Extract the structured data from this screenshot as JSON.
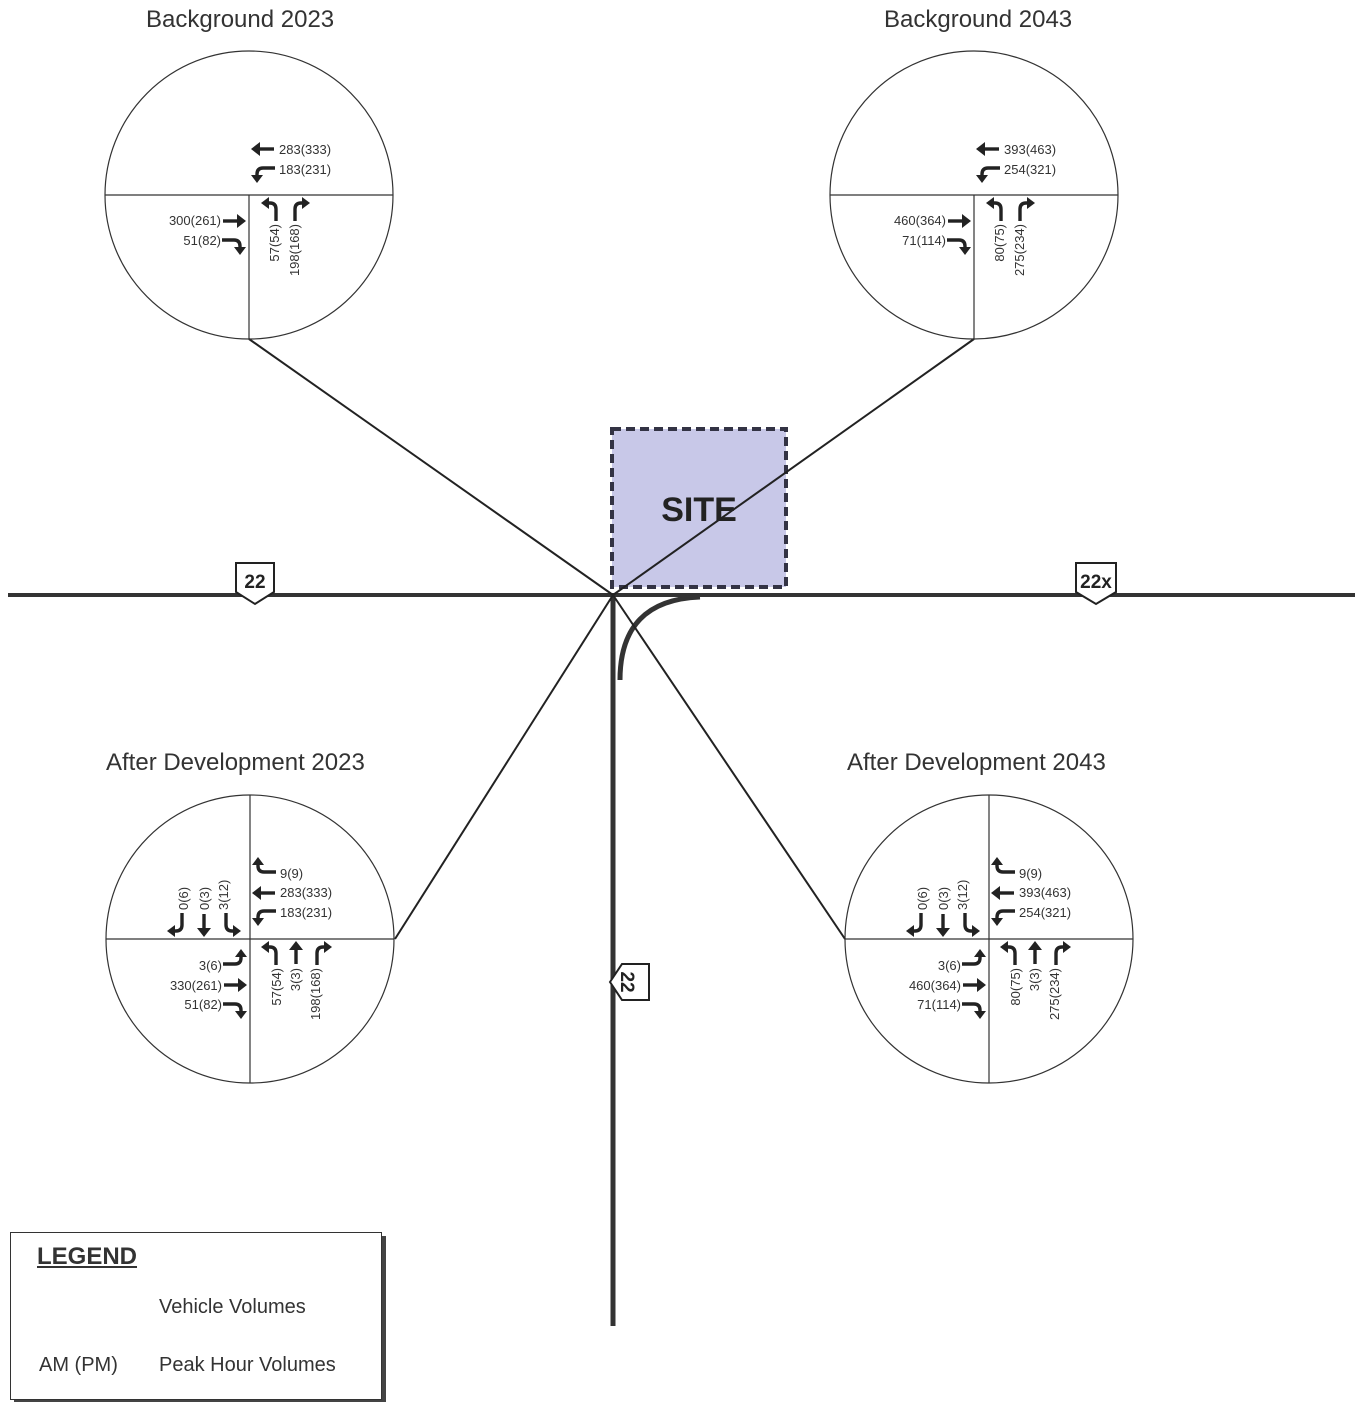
{
  "panels": {
    "bg2023": {
      "title": "Background 2023"
    },
    "bg2043": {
      "title": "Background 2043"
    },
    "ad2023": {
      "title": "After Development 2023"
    },
    "ad2043": {
      "title": "After Development 2043"
    }
  },
  "volumes": {
    "bg2023": {
      "wb_through": "283(333)",
      "wb_left": "183(231)",
      "eb_through": "300(261)",
      "eb_right": "51(82)",
      "nb_left": "57(54)",
      "nb_right": "198(168)"
    },
    "bg2043": {
      "wb_through": "393(463)",
      "wb_left": "254(321)",
      "eb_through": "460(364)",
      "eb_right": "71(114)",
      "nb_left": "80(75)",
      "nb_right": "275(234)"
    },
    "ad2023": {
      "wb_uturn": "9(9)",
      "wb_through": "283(333)",
      "wb_left": "183(231)",
      "sb_right": "0(6)",
      "sb_through": "0(3)",
      "sb_left": "3(12)",
      "eb_left": "3(6)",
      "eb_through": "330(261)",
      "eb_right": "51(82)",
      "nb_left": "57(54)",
      "nb_through": "3(3)",
      "nb_right": "198(168)"
    },
    "ad2043": {
      "wb_uturn": "9(9)",
      "wb_through": "393(463)",
      "wb_left": "254(321)",
      "sb_right": "0(6)",
      "sb_through": "0(3)",
      "sb_left": "3(12)",
      "eb_left": "3(6)",
      "eb_through": "460(364)",
      "eb_right": "71(114)",
      "nb_left": "80(75)",
      "nb_through": "3(3)",
      "nb_right": "275(234)"
    }
  },
  "site": {
    "label": "SITE",
    "fill": "#c8c8e8",
    "border": "#333344"
  },
  "routes": {
    "west": "22",
    "east": "22x",
    "south": "22"
  },
  "legend": {
    "title": "LEGEND",
    "arrows_label": "Vehicle Volumes",
    "ampm_key": "AM (PM)",
    "ampm_label": "Peak Hour Volumes"
  },
  "colors": {
    "line": "#333333",
    "road": "#333333"
  }
}
